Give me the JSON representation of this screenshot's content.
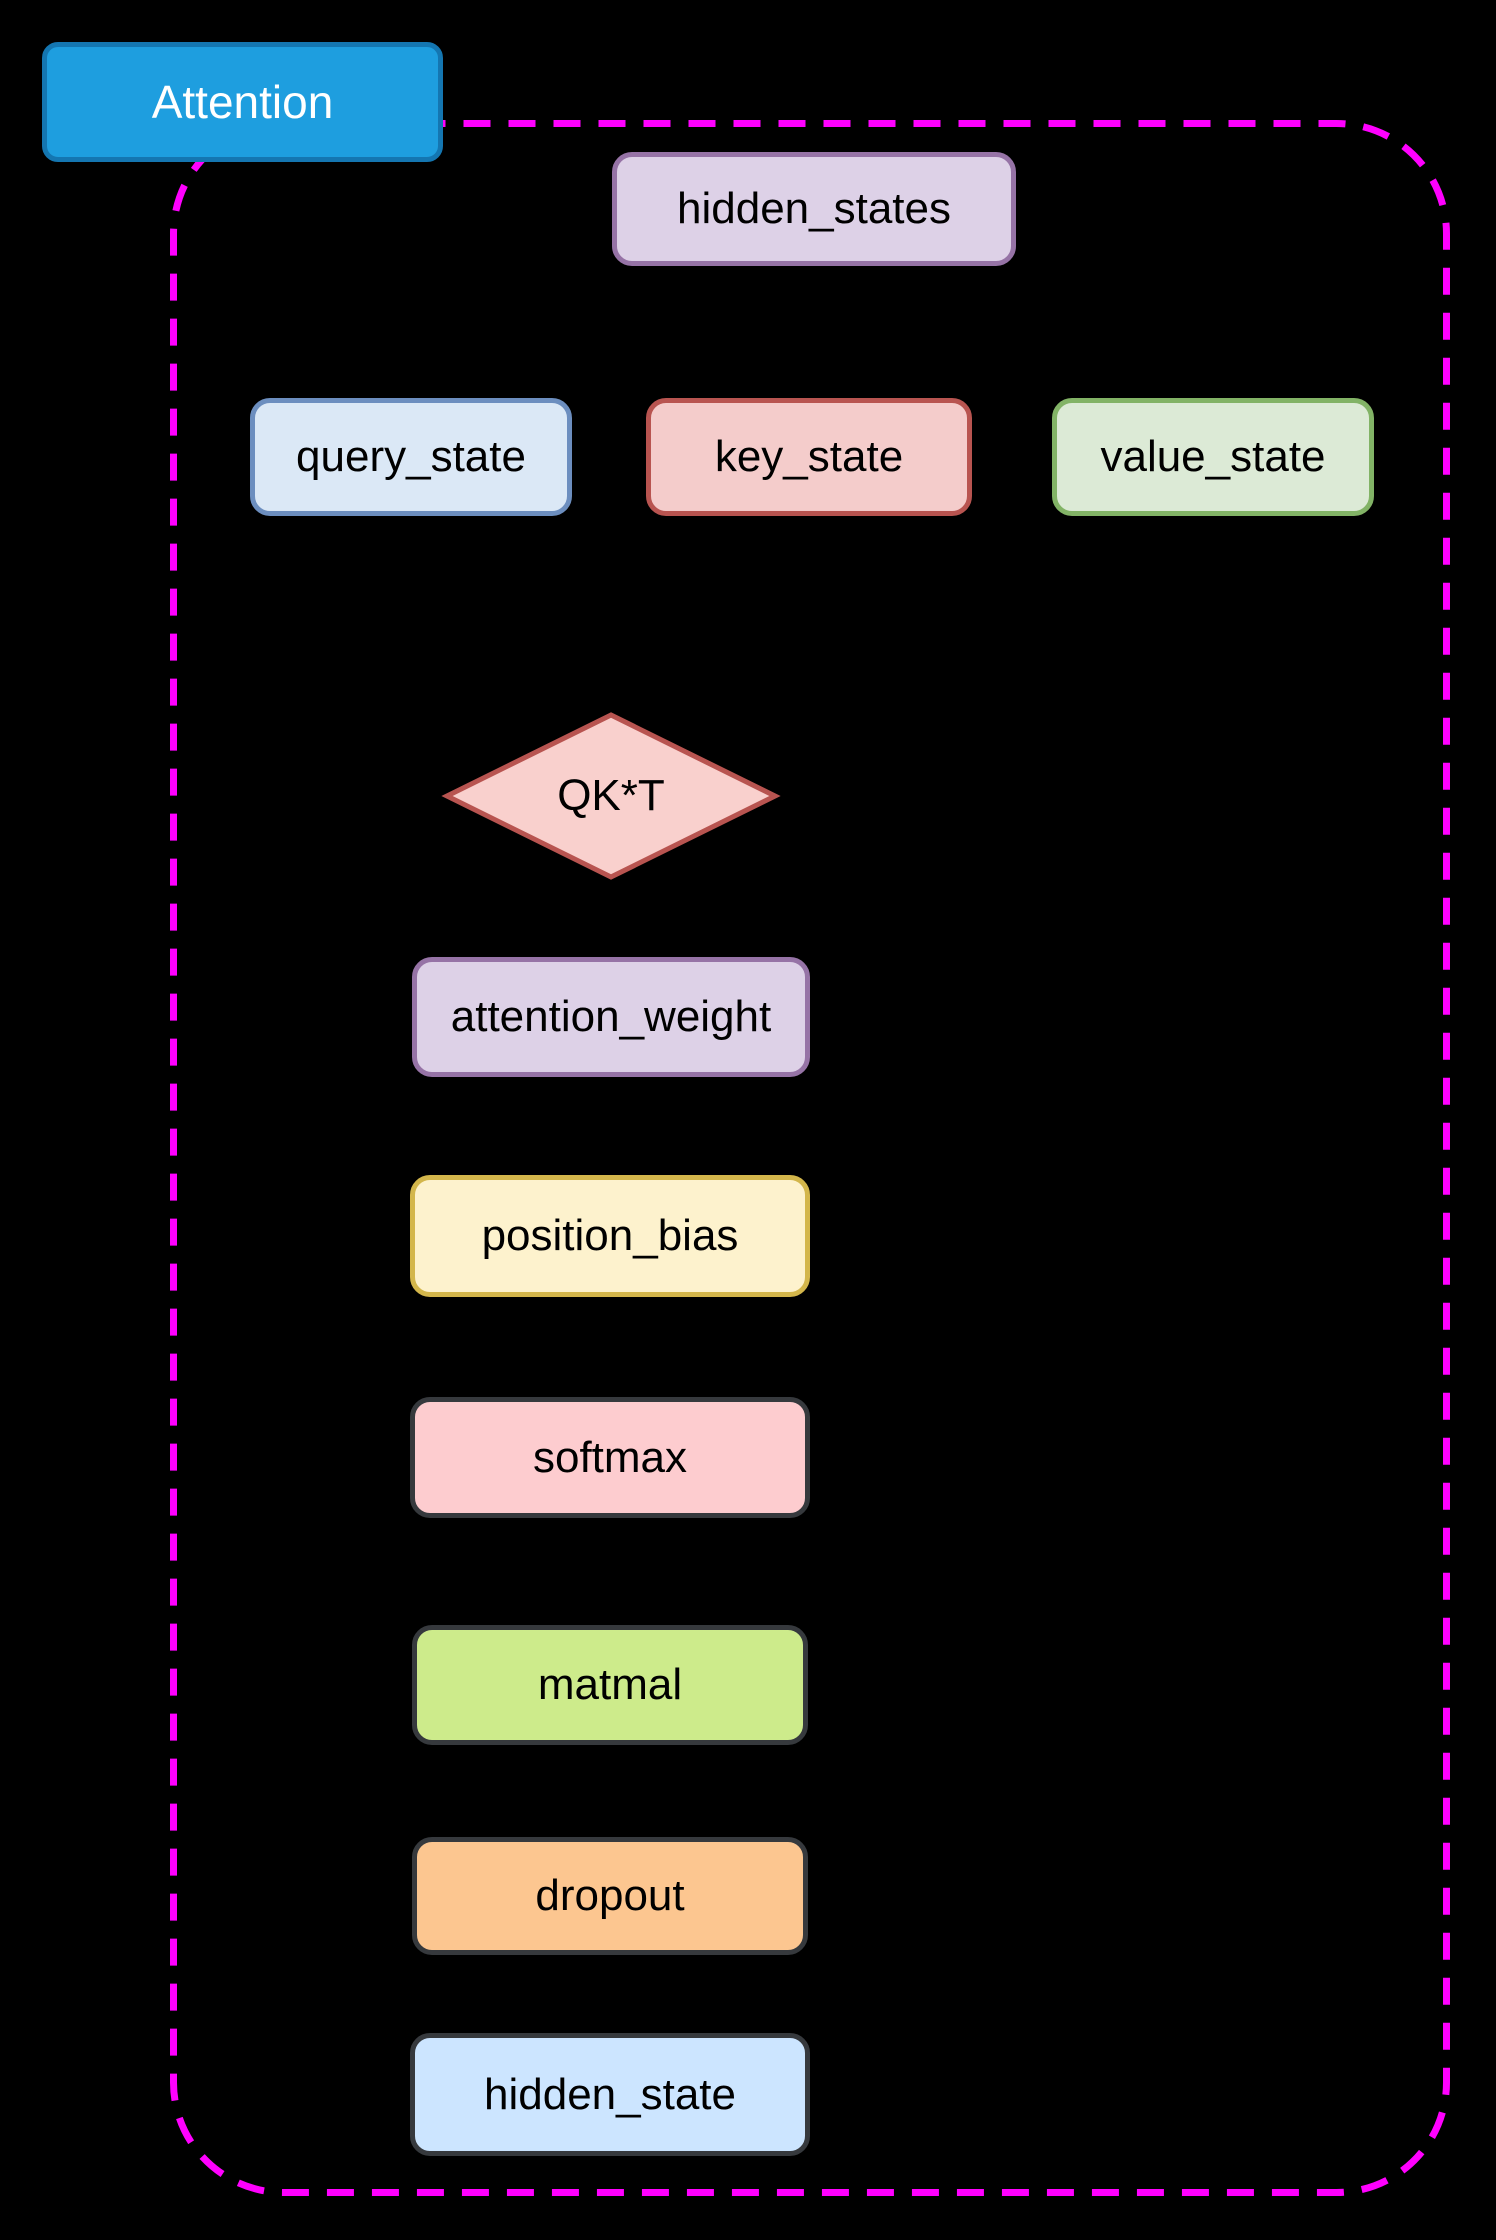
{
  "diagram": {
    "background": "#000000",
    "container": {
      "border_color": "#ff00ff",
      "border_style": "dashed"
    },
    "title": {
      "label": "Attention",
      "fill": "#1e9edf",
      "border": "#1476b1",
      "text_color": "#ffffff"
    },
    "nodes": [
      {
        "id": "hidden_states",
        "label": "hidden_states",
        "shape": "rect",
        "fill": "#ddd1e7",
        "border": "#9673a6"
      },
      {
        "id": "query_state",
        "label": "query_state",
        "shape": "rect",
        "fill": "#dbe8f6",
        "border": "#6c8ebf"
      },
      {
        "id": "key_state",
        "label": "key_state",
        "shape": "rect",
        "fill": "#f4cccb",
        "border": "#b85450"
      },
      {
        "id": "value_state",
        "label": "value_state",
        "shape": "rect",
        "fill": "#dcead6",
        "border": "#82b366"
      },
      {
        "id": "qkt",
        "label": "QK*T",
        "shape": "diamond",
        "fill": "#f9d0cd",
        "border": "#b85450"
      },
      {
        "id": "attention_weight",
        "label": "attention_weight",
        "shape": "rect",
        "fill": "#ddd1e7",
        "border": "#9673a6"
      },
      {
        "id": "position_bias",
        "label": "position_bias",
        "shape": "rect",
        "fill": "#fdf2cd",
        "border": "#d3b64b"
      },
      {
        "id": "softmax",
        "label": "softmax",
        "shape": "rect",
        "fill": "#fdcccf",
        "border": "#36393d"
      },
      {
        "id": "matmal",
        "label": "matmal",
        "shape": "rect",
        "fill": "#cdeb8b",
        "border": "#36393d"
      },
      {
        "id": "dropout",
        "label": "dropout",
        "shape": "rect",
        "fill": "#fcc690",
        "border": "#36393d"
      },
      {
        "id": "hidden_state",
        "label": "hidden_state",
        "shape": "rect",
        "fill": "#cce5ff",
        "border": "#36393d"
      }
    ]
  }
}
